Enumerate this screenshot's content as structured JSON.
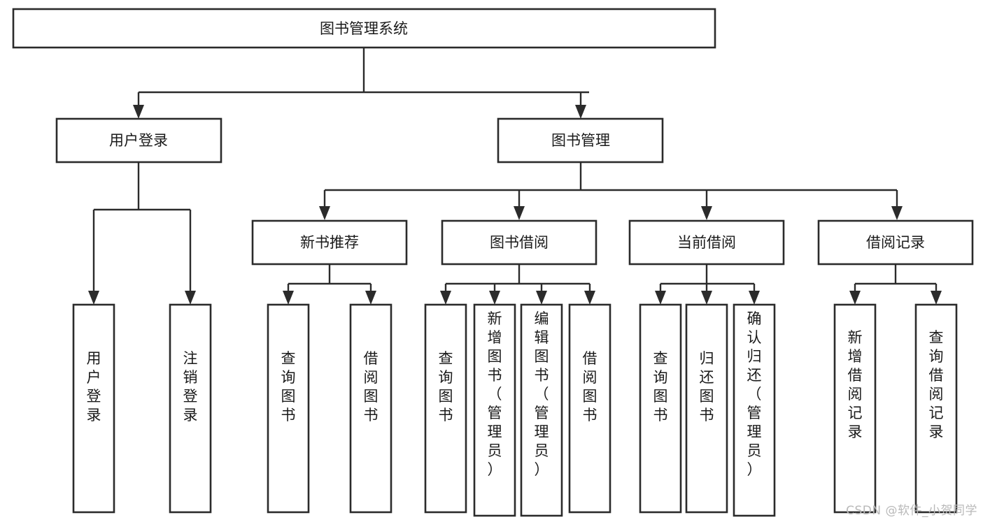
{
  "diagram": {
    "type": "tree-hierarchy",
    "title": "图书管理系统",
    "watermark": "CSDN @软件_小贺同学",
    "root": {
      "id": "root",
      "label": "图书管理系统",
      "orientation": "horizontal"
    },
    "level2": [
      {
        "id": "user-login",
        "label": "用户登录",
        "orientation": "horizontal"
      },
      {
        "id": "book-manage",
        "label": "图书管理",
        "orientation": "horizontal"
      }
    ],
    "level3": [
      {
        "id": "new-book-recommend",
        "label": "新书推荐",
        "orientation": "horizontal",
        "parent": "book-manage"
      },
      {
        "id": "book-borrow",
        "label": "图书借阅",
        "orientation": "horizontal",
        "parent": "book-manage"
      },
      {
        "id": "current-borrow",
        "label": "当前借阅",
        "orientation": "horizontal",
        "parent": "book-manage"
      },
      {
        "id": "borrow-record",
        "label": "借阅记录",
        "orientation": "horizontal",
        "parent": "book-manage"
      }
    ],
    "leaves": [
      {
        "id": "leaf-user-login",
        "label": "用户登录",
        "orientation": "vertical",
        "parent": "user-login"
      },
      {
        "id": "leaf-user-logout",
        "label": "注销登录",
        "orientation": "vertical",
        "parent": "user-login"
      },
      {
        "id": "leaf-query-book-1",
        "label": "查询图书",
        "orientation": "vertical",
        "parent": "new-book-recommend"
      },
      {
        "id": "leaf-borrow-book-1",
        "label": "借阅图书",
        "orientation": "vertical",
        "parent": "new-book-recommend"
      },
      {
        "id": "leaf-query-book-2",
        "label": "查询图书",
        "orientation": "vertical",
        "parent": "book-borrow"
      },
      {
        "id": "leaf-add-book",
        "label": "新增图书（管理员）",
        "orientation": "vertical",
        "parent": "book-borrow"
      },
      {
        "id": "leaf-edit-book",
        "label": "编辑图书（管理员）",
        "orientation": "vertical",
        "parent": "book-borrow"
      },
      {
        "id": "leaf-borrow-book-2",
        "label": "借阅图书",
        "orientation": "vertical",
        "parent": "book-borrow"
      },
      {
        "id": "leaf-query-book-3",
        "label": "查询图书",
        "orientation": "vertical",
        "parent": "current-borrow"
      },
      {
        "id": "leaf-return-book",
        "label": "归还图书",
        "orientation": "vertical",
        "parent": "current-borrow"
      },
      {
        "id": "leaf-confirm-return",
        "label": "确认归还（管理员）",
        "orientation": "vertical",
        "parent": "current-borrow"
      },
      {
        "id": "leaf-add-record",
        "label": "新增借阅记录",
        "orientation": "vertical",
        "parent": "borrow-record"
      },
      {
        "id": "leaf-query-record",
        "label": "查询借阅记录",
        "orientation": "vertical",
        "parent": "borrow-record"
      }
    ],
    "colors": {
      "box_stroke": "#2b2b2b",
      "box_fill": "#ffffff",
      "text": "#1a1a1a",
      "connector": "#2b2b2b",
      "watermark": "#b9b9b9",
      "background": "#ffffff"
    }
  }
}
